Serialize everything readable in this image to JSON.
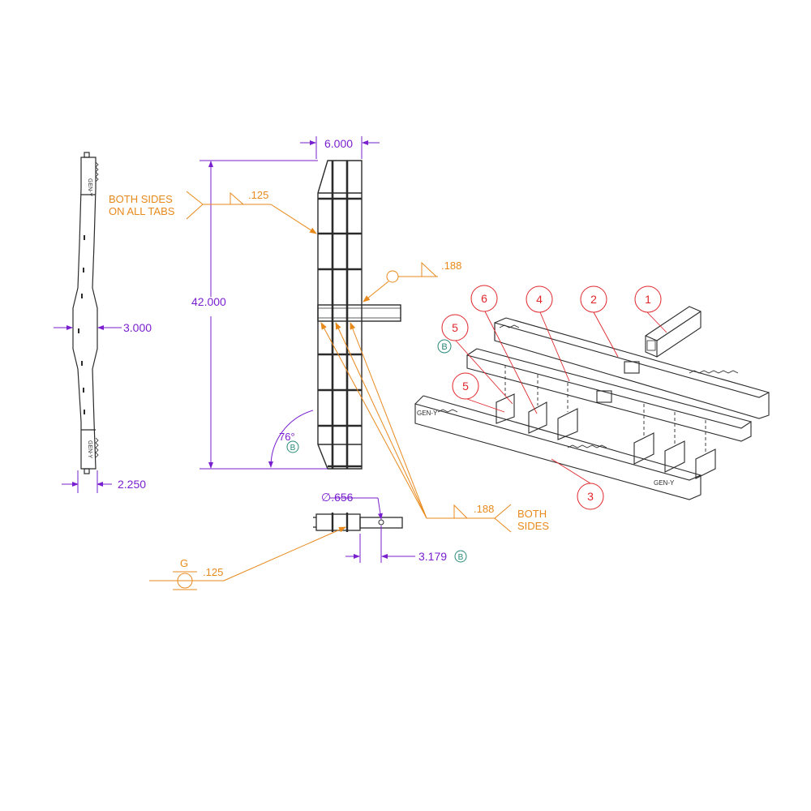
{
  "colors": {
    "outline": "#2b2b2b",
    "dimension": "#7a1fcf",
    "weld": "#e8891c",
    "balloon": "#e0262b",
    "datum": "#2a8a78"
  },
  "dimensions": {
    "width_top": "6.000",
    "height": "42.000",
    "side_width": "3.000",
    "side_bottom": "2.250",
    "angle": "76°",
    "hole_dia": "∅.656",
    "offset": "3.179"
  },
  "datum_label": "B",
  "welds": {
    "top_note_line1": "BOTH SIDES",
    "top_note_line2": "ON ALL TABS",
    "top_size": ".125",
    "circle_size": ".188",
    "bottom_size": ".188",
    "bottom_note_line1": "BOTH",
    "bottom_note_line2": "SIDES",
    "groove_letter": "G",
    "groove_size": ".125"
  },
  "logo_text": "GEN-Y",
  "balloons": [
    "1",
    "2",
    "3",
    "4",
    "5",
    "5",
    "6"
  ]
}
